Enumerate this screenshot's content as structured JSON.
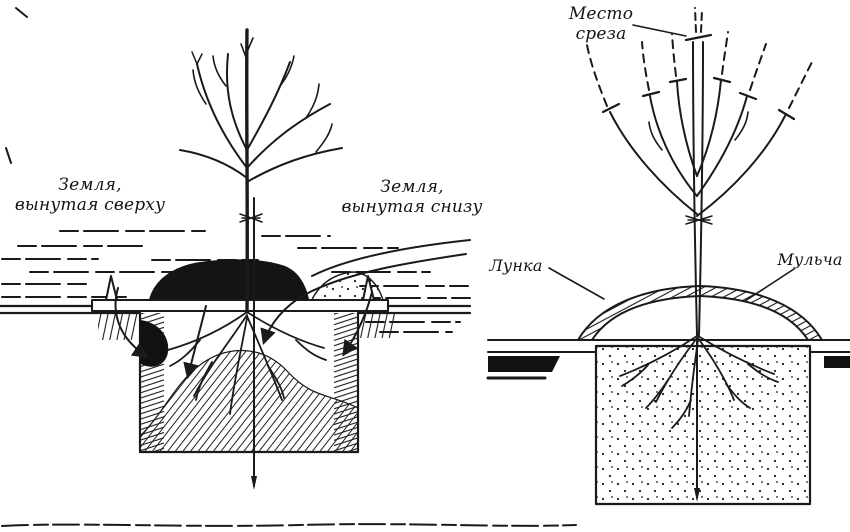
{
  "labels": {
    "soil_top": [
      "Земля,",
      "вынутая сверху"
    ],
    "soil_bottom": [
      "Земля,",
      "вынутая снизу"
    ],
    "cut": [
      "Место",
      "среза"
    ],
    "hole": "Лунка",
    "mulch": "Мульча"
  },
  "colors": {
    "ink": "#1a1a1a",
    "paper": "#ffffff"
  }
}
